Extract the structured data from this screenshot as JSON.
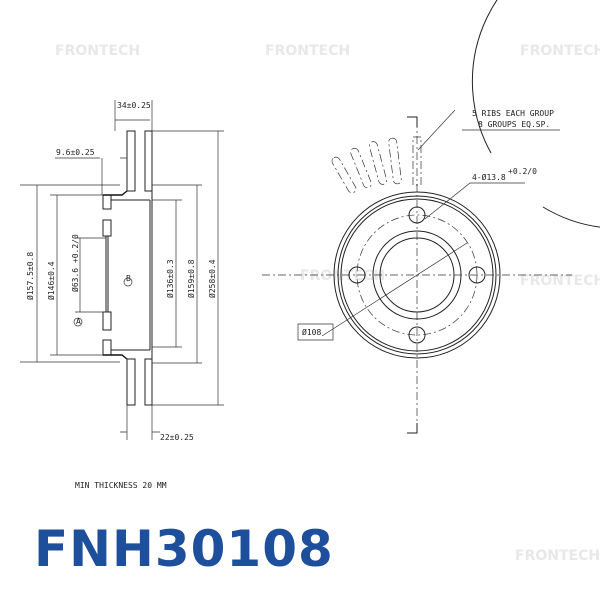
{
  "part_number": "FNH30108",
  "watermark": "FRONTECH",
  "brand_color": "#1d4f9c",
  "side_view": {
    "overall_width": "34±0.25",
    "hat_offset": "9.6±0.25",
    "hat_outer_dia": "Ø157.5±0.8",
    "hat_dia": "Ø146±0.4",
    "center_bore": "Ø63.6 +0.2/0",
    "inner_dia": "Ø136±0.3",
    "friction_inner_dia": "Ø159±0.8",
    "outer_dia": "Ø258±0.4",
    "disc_thickness": "22±0.25",
    "datum_a": "A",
    "datum_b": "B"
  },
  "front_view": {
    "ribs_note_line1": "5 RIBS EACH GROUP",
    "ribs_note_line2": "8 GROUPS EQ.SP.",
    "bolt_holes": "4-Ø13.8",
    "bolt_holes_tol": "+0.2/0",
    "pcd": "Ø108"
  },
  "min_thickness": "MIN THICKNESS 20 MM"
}
